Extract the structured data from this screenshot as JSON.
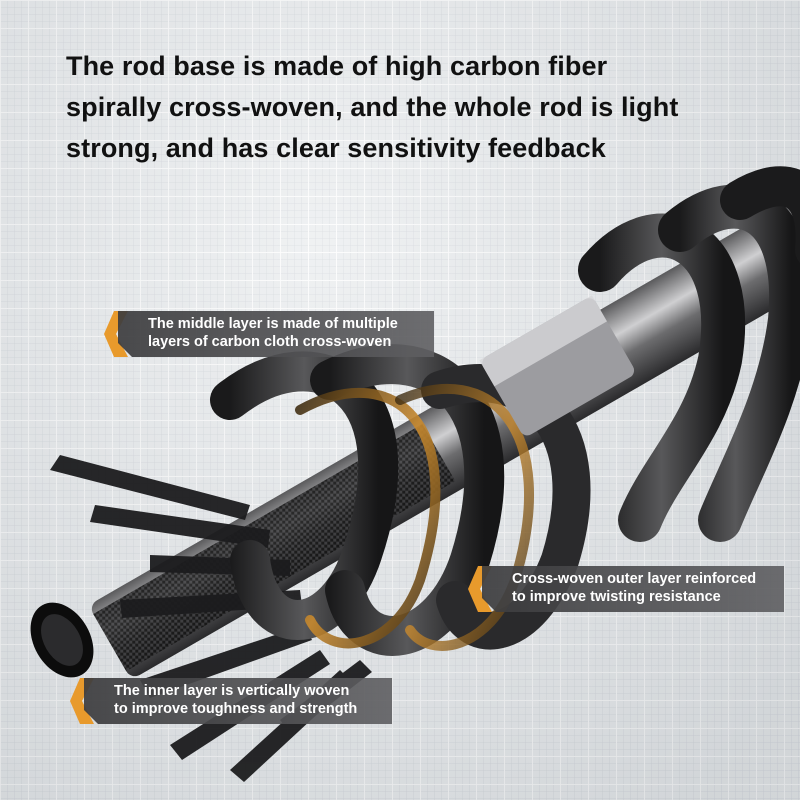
{
  "headline": {
    "line1": "The rod base is made of high carbon fiber",
    "line2": "spirally cross-woven, and the whole rod is light",
    "line3": "strong, and has clear sensitivity feedback"
  },
  "callouts": {
    "middle": {
      "line1": "The middle layer is made of multiple",
      "line2": "layers of carbon cloth cross-woven"
    },
    "outer": {
      "line1": "Cross-woven outer layer reinforced",
      "line2": "to improve twisting resistance"
    },
    "inner": {
      "line1": "The inner layer is vertically woven",
      "line2": "to improve toughness and strength"
    }
  },
  "colors": {
    "accent": "#e89a2c",
    "callout_bg": "#3c3c3e",
    "headline": "#111111"
  }
}
